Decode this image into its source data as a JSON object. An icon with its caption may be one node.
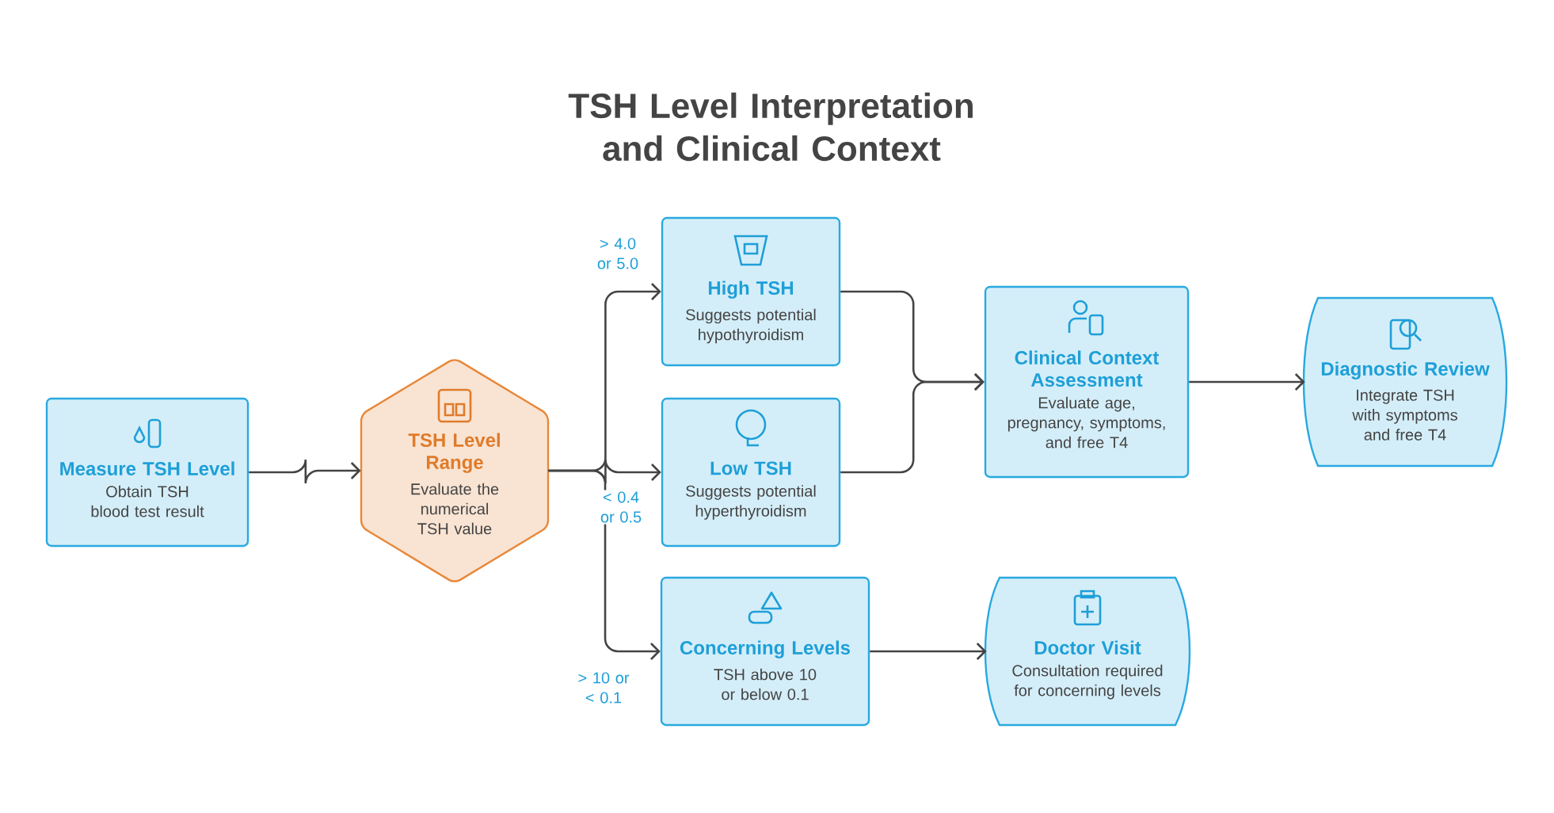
{
  "diagram": {
    "title": "TSH Level Interpretation and Clinical Context",
    "nodes": [
      {
        "text": [
          "Measure TSH Level",
          "Obtain TSH blood test result"
        ]
      },
      {
        "text": [
          "TSH Level Range",
          "Evaluate the numerical TSH value"
        ]
      },
      {
        "text": [
          "High TSH",
          "Suggests potential hypothyroidism"
        ]
      },
      {
        "text": [
          "Low TSH",
          "Suggests potential hyperthyroidism"
        ]
      },
      {
        "text": [
          "Concerning Levels",
          "TSH above 10 or below 0.1"
        ]
      },
      {
        "text": [
          "Clinical Context Assessment",
          "Evaluate age, pregnancy, symptoms, and free T4"
        ]
      },
      {
        "text": [
          "Diagnostic Review",
          "Integrate TSH with symptoms and free T4"
        ]
      },
      {
        "text": [
          "Doctor Visit",
          "Consultation required for concerning levels"
        ]
      }
    ],
    "edges": [
      {
        "from": 0,
        "to": 1,
        "arrow": "to"
      },
      {
        "from": 1,
        "to": 2,
        "arrow": "to",
        "label": "> 4.0 or 5.0"
      },
      {
        "from": 1,
        "to": 3,
        "arrow": "to",
        "label": "< 0.4 or 0.5"
      },
      {
        "from": 1,
        "to": 4,
        "arrow": "to",
        "label": "> 10 or < 0.1"
      },
      {
        "from": 2,
        "to": 5,
        "arrow": "to"
      },
      {
        "from": 3,
        "to": 5,
        "arrow": "to"
      },
      {
        "from": 5,
        "to": 6,
        "arrow": "to"
      },
      {
        "from": 4,
        "to": 7,
        "arrow": "to"
      }
    ]
  }
}
